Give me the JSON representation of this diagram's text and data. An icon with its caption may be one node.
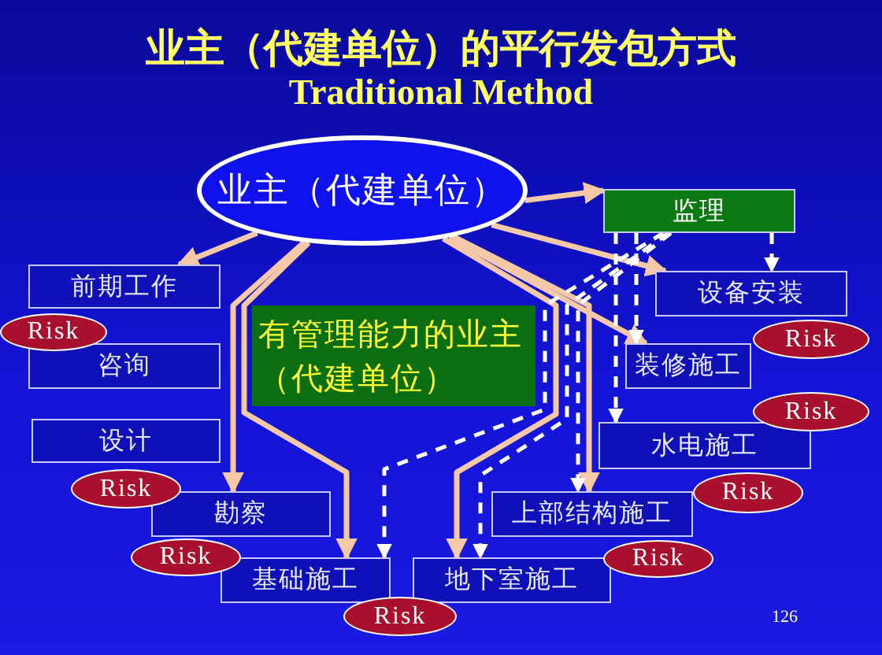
{
  "diagram": {
    "title": "业主（代建单位）的平行发包方式",
    "nodes": [
      {
        "text": [
          "业主（代建单位）"
        ]
      },
      {
        "text": [
          "监理"
        ]
      },
      {
        "text": [
          "前期工作"
        ]
      },
      {
        "text": [
          "Risk"
        ]
      },
      {
        "text": [
          "咨询"
        ]
      },
      {
        "text": [
          "有管理能力的业主（代建单位）"
        ]
      },
      {
        "text": [
          "设备安装"
        ]
      },
      {
        "text": [
          "Risk"
        ]
      },
      {
        "text": [
          "装修施工"
        ]
      },
      {
        "text": [
          "Risk"
        ]
      },
      {
        "text": [
          "设计"
        ]
      },
      {
        "text": [
          "水电施工"
        ]
      },
      {
        "text": [
          "Risk"
        ]
      },
      {
        "text": [
          "Risk"
        ]
      },
      {
        "text": [
          "勘察"
        ]
      },
      {
        "text": [
          "上部结构施工"
        ]
      },
      {
        "text": [
          "Risk"
        ]
      },
      {
        "text": [
          "Risk"
        ]
      },
      {
        "text": [
          "基础施工"
        ]
      },
      {
        "text": [
          "地下室施工"
        ]
      },
      {
        "text": [
          "Risk"
        ]
      }
    ],
    "edges": [
      {
        "from": 0,
        "to": 1,
        "arrow": "to"
      },
      {
        "from": 0,
        "to": 2,
        "arrow": "to"
      },
      {
        "from": 0,
        "to": 6,
        "arrow": "to"
      },
      {
        "from": 0,
        "to": 8,
        "arrow": "to"
      },
      {
        "from": 0,
        "to": 14,
        "arrow": "to"
      },
      {
        "from": 0,
        "to": 18,
        "arrow": "to"
      },
      {
        "from": 0,
        "to": 19,
        "arrow": "to"
      },
      {
        "from": 0,
        "to": 15,
        "arrow": "to"
      },
      {
        "from": 1,
        "to": 6,
        "arrow": "to",
        "style": "dashed",
        "color": "#ffffff"
      },
      {
        "from": 1,
        "to": 8,
        "arrow": "to",
        "style": "dashed",
        "color": "#ffffff"
      },
      {
        "from": 1,
        "to": 11,
        "arrow": "to",
        "style": "dashed",
        "color": "#ffffff"
      },
      {
        "from": 1,
        "to": 15,
        "arrow": "to",
        "style": "dashed",
        "color": "#ffffff"
      },
      {
        "from": 1,
        "to": 19,
        "arrow": "to",
        "style": "dashed",
        "color": "#ffffff"
      },
      {
        "from": 1,
        "to": 18,
        "arrow": "to",
        "style": "dashed",
        "color": "#ffffff"
      }
    ],
    "labels": [
      "Traditional Method",
      "126"
    ]
  }
}
